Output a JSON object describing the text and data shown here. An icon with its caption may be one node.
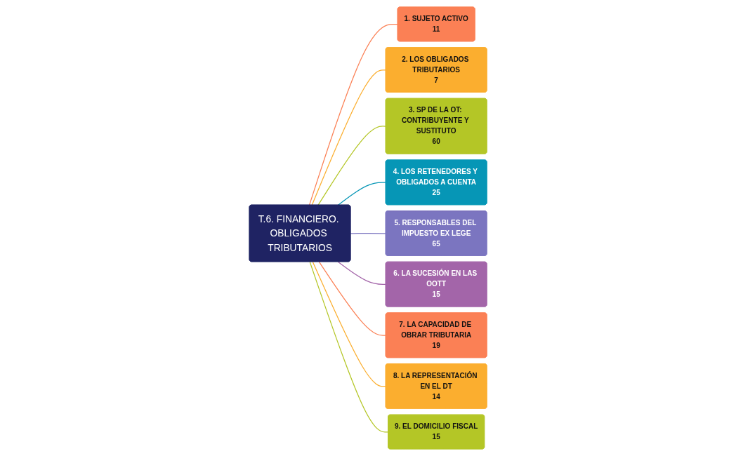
{
  "diagram": {
    "nodes": [
      {
        "text": [
          "T.6. FINANCIERO. OBLIGADOS TRIBUTARIOS"
        ]
      },
      {
        "text": [
          "1. SUJETO ACTIVO",
          "11"
        ]
      },
      {
        "text": [
          "2. LOS OBLIGADOS TRIBUTARIOS",
          "7"
        ]
      },
      {
        "text": [
          "3. SP DE LA OT: CONTRIBUYENTE Y SUSTITUTO",
          "60"
        ]
      },
      {
        "text": [
          "4. LOS RETENEDORES Y OBLIGADOS A CUENTA",
          "25"
        ]
      },
      {
        "text": [
          "5. RESPONSABLES DEL IMPUESTO EX LEGE",
          "65"
        ]
      },
      {
        "text": [
          "6. LA SUCESIÓN EN LAS OOTT",
          "15"
        ]
      },
      {
        "text": [
          "7. LA CAPACIDAD DE OBRAR TRIBUTARIA",
          "19"
        ]
      },
      {
        "text": [
          "8. LA REPRESENTACIÓN EN EL DT",
          "14"
        ]
      },
      {
        "text": [
          "9. EL DOMICILIO FISCAL",
          "15"
        ]
      }
    ],
    "edges": [
      {
        "from": 0,
        "to": 1,
        "arrow": "none",
        "color": "#fb8055"
      },
      {
        "from": 0,
        "to": 2,
        "arrow": "none",
        "color": "#fbae2f"
      },
      {
        "from": 0,
        "to": 3,
        "arrow": "none",
        "color": "#b4c626"
      },
      {
        "from": 0,
        "to": 4,
        "arrow": "none",
        "color": "#0696b6"
      },
      {
        "from": 0,
        "to": 5,
        "arrow": "none",
        "color": "#7b75c0"
      },
      {
        "from": 0,
        "to": 6,
        "arrow": "none",
        "color": "#a365a9"
      },
      {
        "from": 0,
        "to": 7,
        "arrow": "none",
        "color": "#fb8055"
      },
      {
        "from": 0,
        "to": 8,
        "arrow": "none",
        "color": "#fbae2f"
      },
      {
        "from": 0,
        "to": 9,
        "arrow": "none",
        "color": "#b4c626"
      }
    ]
  }
}
